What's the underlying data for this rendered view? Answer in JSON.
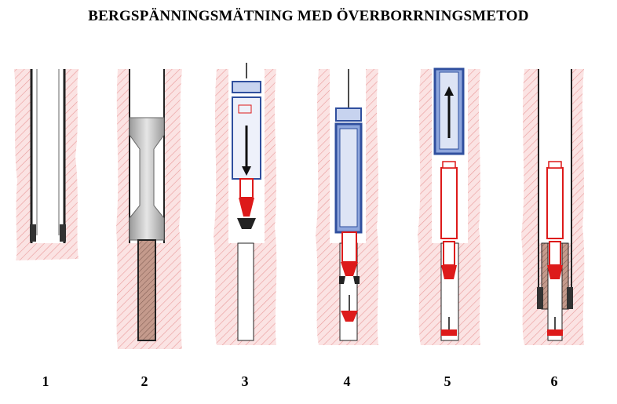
{
  "title": "BERGSPÄNNINGSMÄTNING MED ÖVERBORRNINGSMETOD",
  "steps": [
    {
      "label": "1"
    },
    {
      "label": "2"
    },
    {
      "label": "3"
    },
    {
      "label": "4"
    },
    {
      "label": "5"
    },
    {
      "label": "6"
    }
  ],
  "colors": {
    "rock_fill": "#fbe3e3",
    "rock_hatch": "#e98a8a",
    "casing": "#222222",
    "core_fill": "#b88b7d",
    "probe_red": "#dd1a1a",
    "tool_blue": "#2f4f9e",
    "tool_blue_light": "#c7d3ef",
    "grey_tool": "#c9c9c9"
  }
}
